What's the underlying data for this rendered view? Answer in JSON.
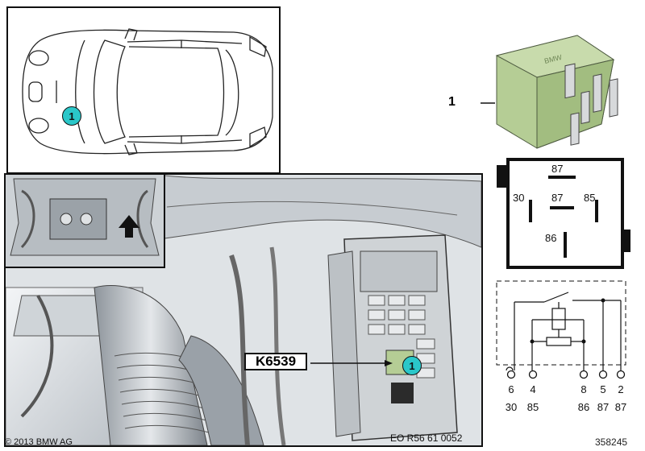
{
  "callouts": {
    "car_marker": "1",
    "engine_marker": "1",
    "part_number": "1"
  },
  "relay_label": "K6539",
  "pin_layout": {
    "top": "87",
    "left": "30",
    "center": "87",
    "right": "85",
    "bottom": "86"
  },
  "schematic_terminals": [
    {
      "top": "6",
      "bottom": "30"
    },
    {
      "top": "4",
      "bottom": "85"
    },
    {
      "top": "8",
      "bottom": "86"
    },
    {
      "top": "5",
      "bottom": "87"
    },
    {
      "top": "2",
      "bottom": "87"
    }
  ],
  "footer": {
    "copyright": "© 2013 BMW AG",
    "eo_code": "EO R56 61 0052",
    "figure_number": "358245"
  },
  "colors": {
    "callout_fill": "#2ac7c9",
    "relay_green": "#b5cd95",
    "line": "#111111"
  }
}
